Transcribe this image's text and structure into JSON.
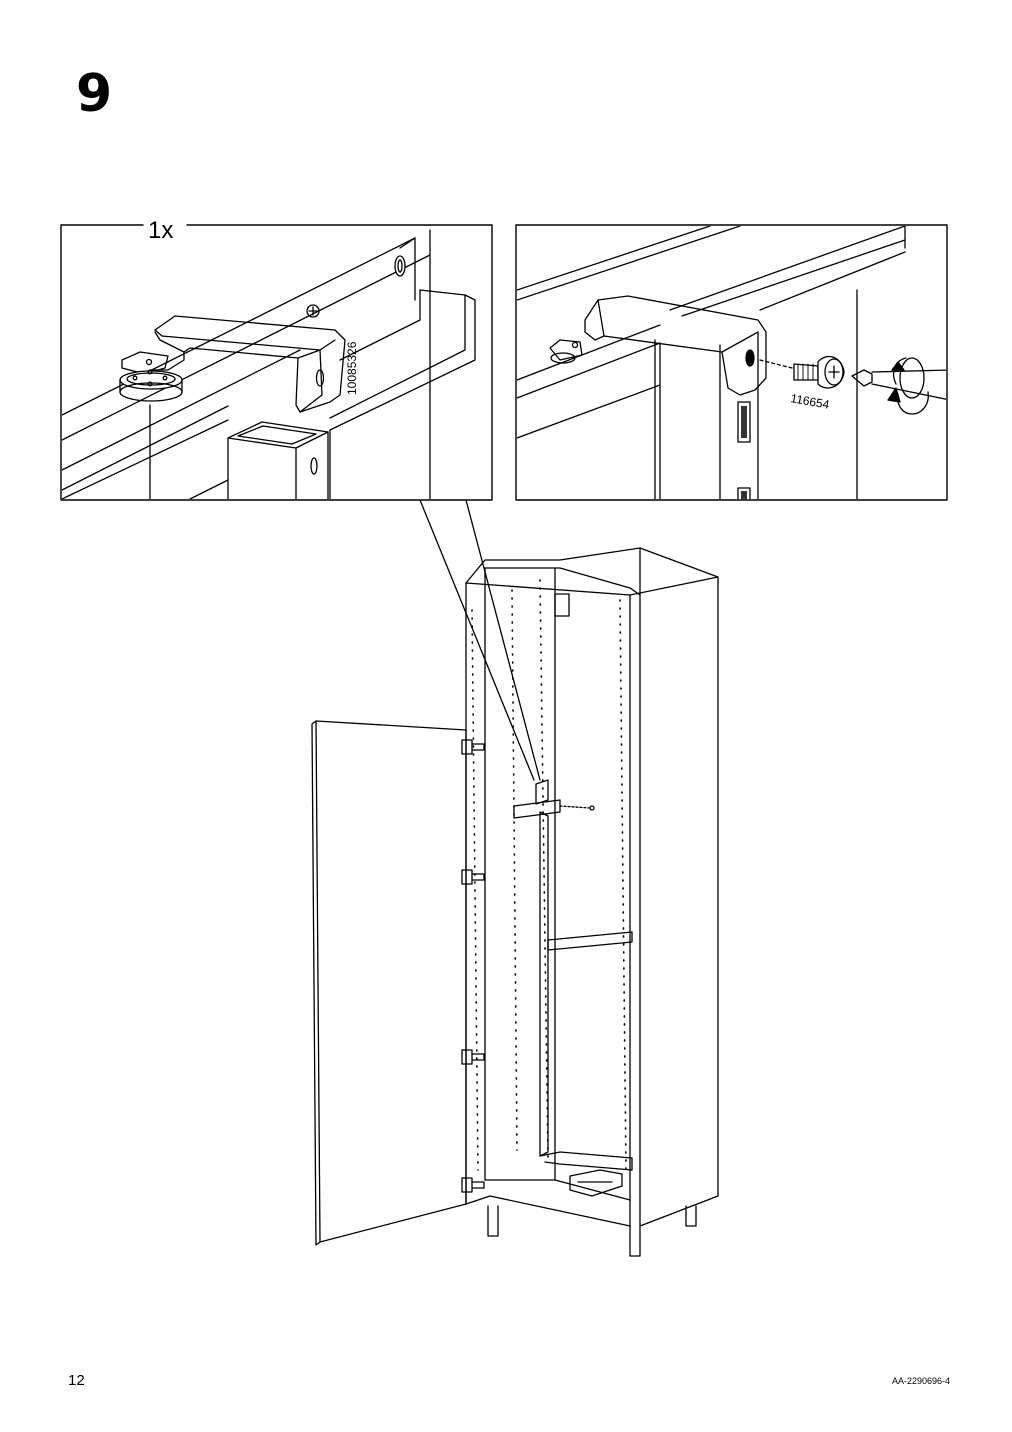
{
  "step": {
    "number": "9"
  },
  "detail_left": {
    "quantity": "1x",
    "part_number": "10085326"
  },
  "detail_right": {
    "screw_number": "116654"
  },
  "footer": {
    "page_number": "12",
    "doc_code": "AA-2290696-4"
  }
}
